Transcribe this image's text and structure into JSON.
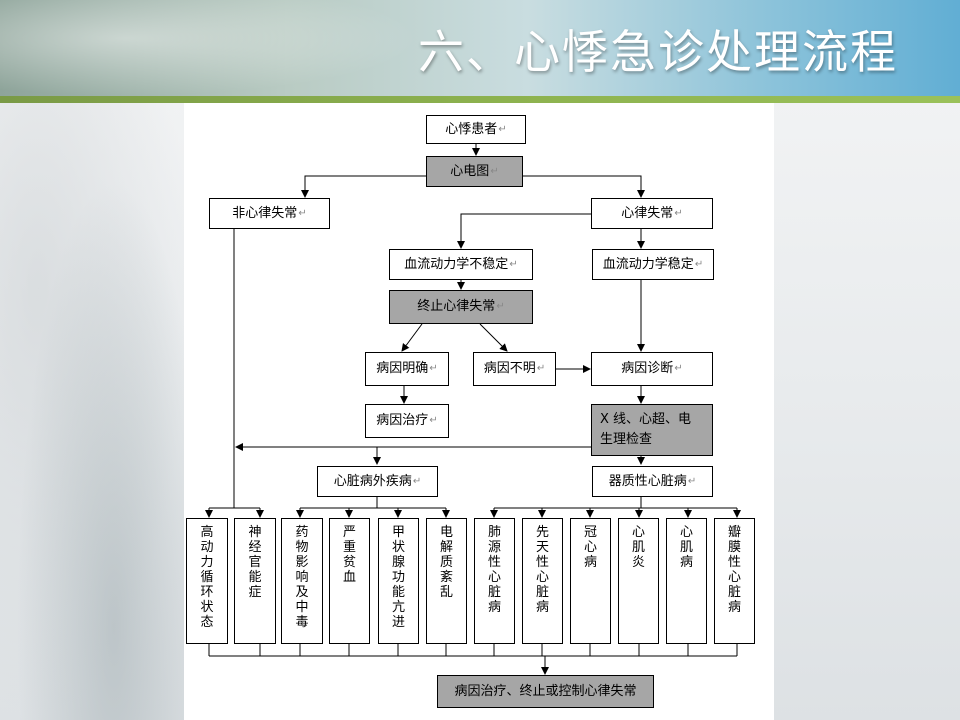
{
  "title": "六、心悸急诊处理流程",
  "para_mark": "↵",
  "colors": {
    "banner_blue": "#61aed4",
    "banner_green": "#7a9a46",
    "gray_box": "#a6a6a6"
  },
  "flowchart": {
    "start": "心悸患者",
    "ecg": "心电图",
    "non_arrhythmia": "非心律失常",
    "arrhythmia": "心律失常",
    "hemo_unstable": "血流动力学不稳定",
    "hemo_stable": "血流动力学稳定",
    "terminate": "终止心律失常",
    "cause_clear": "病因明确",
    "cause_unclear": "病因不明",
    "cause_diagnosis": "病因诊断",
    "cause_treatment": "病因治疗",
    "exams": "X 线、心超、电生理检查",
    "extracardiac": "心脏病外疾病",
    "organic_heart": "器质性心脏病",
    "leaves": [
      "高动力循环状态",
      "神经官能症",
      "药物影响及中毒",
      "严重贫血",
      "甲状腺功能亢进",
      "电解质紊乱",
      "肺源性心脏病",
      "先天性心脏病",
      "冠心病",
      "心肌炎",
      "心肌病",
      "瓣膜性心脏病"
    ],
    "final": "病因治疗、终止或控制心律失常"
  }
}
